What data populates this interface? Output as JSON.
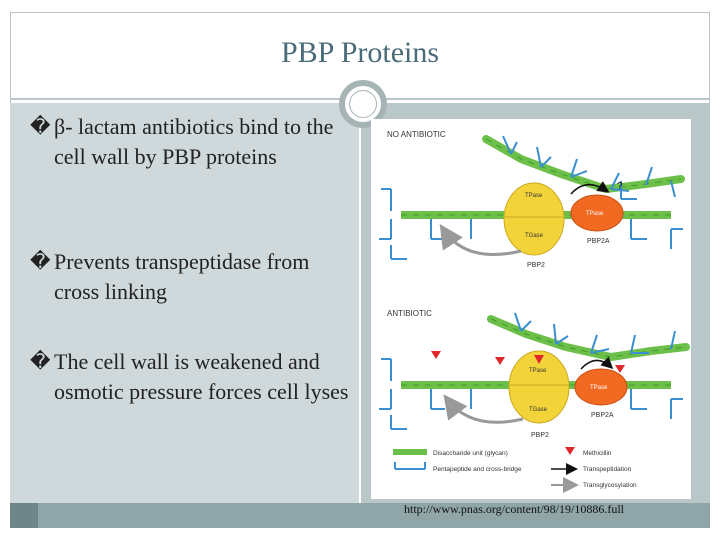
{
  "slide": {
    "title": "PBP Proteins",
    "bullets": [
      {
        "marker": "�",
        "text": "β- lactam antibiotics bind to the cell wall by PBP proteins"
      },
      {
        "marker": "�",
        "text": "Prevents transpeptidase from cross linking"
      },
      {
        "marker": "�",
        "text": "The cell wall is weakened and osmotic pressure forces cell lyses"
      }
    ],
    "url": "http://www.pnas.org/content/98/19/10886.full"
  },
  "figure": {
    "panel_no_antibiotic": "NO ANTIBIOTIC",
    "panel_antibiotic": "ANTIBIOTIC",
    "tpase": "TPase",
    "tgase": "TGase",
    "pbp2": "PBP2",
    "pbp2a": "PBP2A",
    "question": "?",
    "legend": {
      "glycan": "Disaccharide unit (glycan)",
      "pentapeptide": "Pentapeptide and cross-bridge",
      "methicillin": "Methicillin",
      "transpeptidation": "Transpeptidation",
      "transglycosylation": "Transglycosylation"
    },
    "colors": {
      "glycan": "#6cc04a",
      "peptide": "#3b8fd0",
      "pbp2": "#f2d43a",
      "pbp2a": "#f26a22",
      "methicillin": "#e0282a"
    }
  }
}
